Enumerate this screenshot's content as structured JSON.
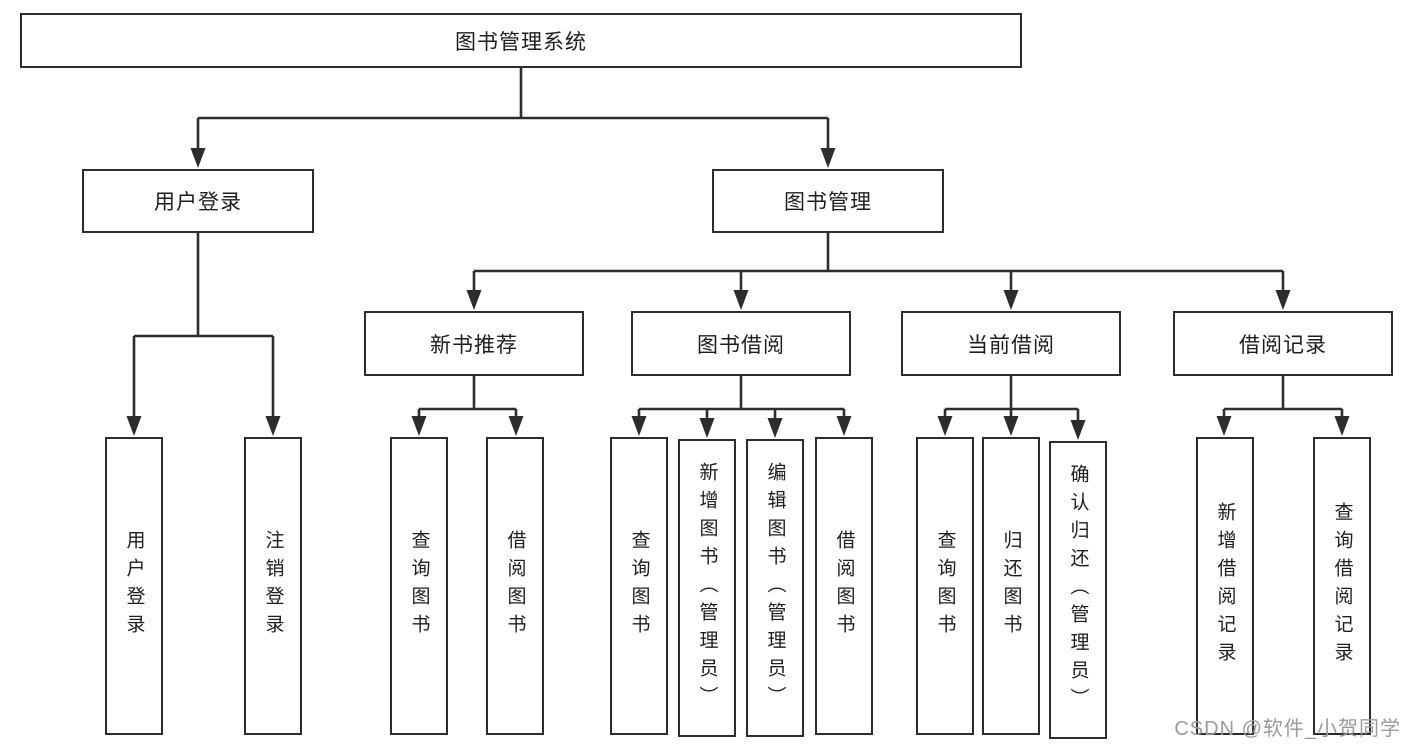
{
  "tree": {
    "root": {
      "label": "图书管理系统"
    },
    "branches": [
      {
        "label": "用户登录",
        "children": [
          {
            "label": "用户登录"
          },
          {
            "label": "注销登录"
          }
        ]
      },
      {
        "label": "图书管理",
        "children": [
          {
            "label": "新书推荐",
            "children": [
              {
                "label": "查询图书"
              },
              {
                "label": "借阅图书"
              }
            ]
          },
          {
            "label": "图书借阅",
            "children": [
              {
                "label": "查询图书"
              },
              {
                "label": "新增图书（管理员）"
              },
              {
                "label": "编辑图书（管理员）"
              },
              {
                "label": "借阅图书"
              }
            ]
          },
          {
            "label": "当前借阅",
            "children": [
              {
                "label": "查询图书"
              },
              {
                "label": "归还图书"
              },
              {
                "label": "确认归还（管理员）"
              }
            ]
          },
          {
            "label": "借阅记录",
            "children": [
              {
                "label": "新增借阅记录"
              },
              {
                "label": "查询借阅记录"
              }
            ]
          }
        ]
      }
    ]
  },
  "watermark": {
    "text": "CSDN @软件_小贺同学"
  },
  "colors": {
    "line": "#2d2d2d",
    "text": "#1d1d1f",
    "watermark": "#9a9aa2",
    "background": "#ffffff"
  }
}
